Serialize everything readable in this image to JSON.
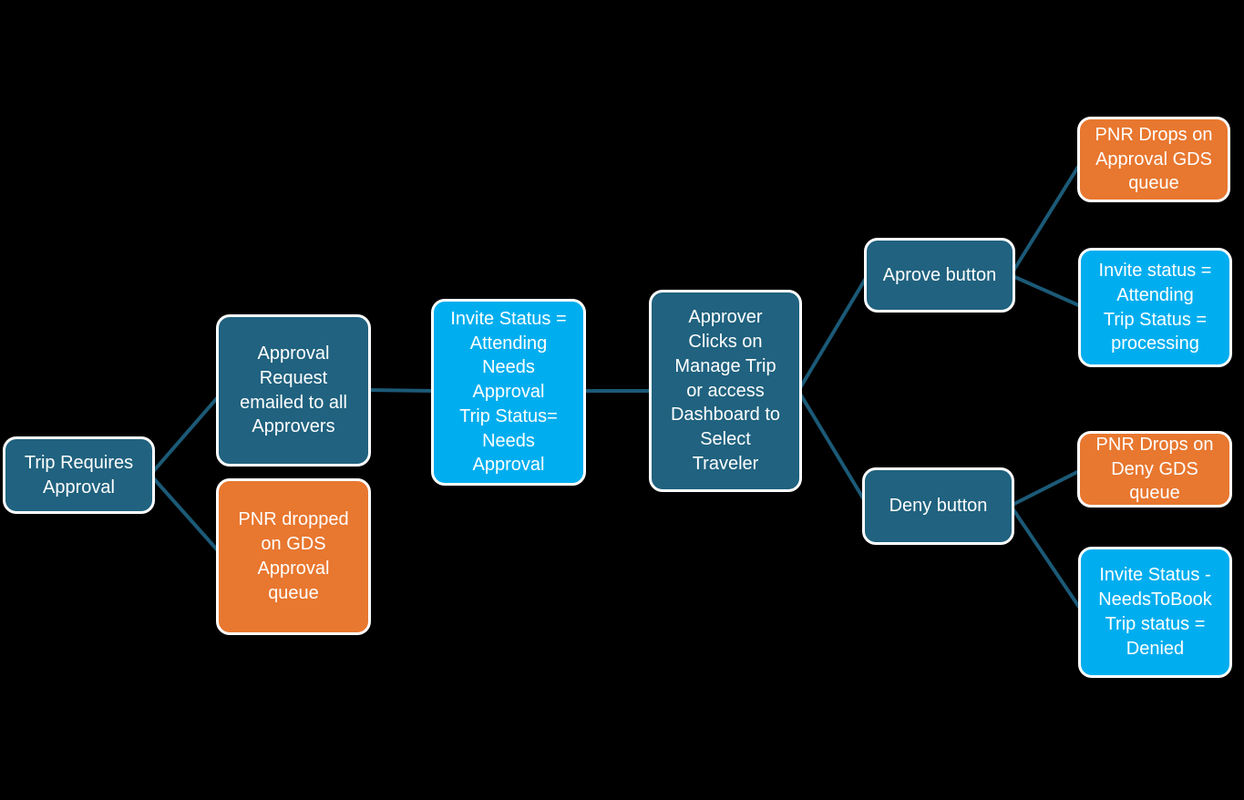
{
  "palette": {
    "background": "#000000",
    "node_dark_teal": "#20627F",
    "node_orange": "#E8772F",
    "node_light_blue": "#00AEEF",
    "connector": "#1B5A77",
    "node_border": "#FFFFFF",
    "text": "#FFFFFF"
  },
  "diagram": {
    "type": "flowchart",
    "nodes": [
      {
        "id": "trip-requires-approval",
        "color": "dark_teal",
        "label": "Trip Requires\nApproval"
      },
      {
        "id": "approval-request-emailed",
        "color": "dark_teal",
        "label": "Approval\nRequest\nemailed to all\nApprovers"
      },
      {
        "id": "pnr-dropped-gds-approval-queue",
        "color": "orange",
        "label": "PNR dropped\non GDS\nApproval\nqueue"
      },
      {
        "id": "invite-status-needs-approval",
        "color": "light_blue",
        "label": "Invite Status =\nAttending\nNeeds\nApproval\nTrip Status=\nNeeds\nApproval"
      },
      {
        "id": "approver-clicks-manage-trip",
        "color": "dark_teal",
        "label": "Approver\nClicks on\nManage Trip\nor access\nDashboard to\nSelect\nTraveler"
      },
      {
        "id": "aprove-button",
        "color": "dark_teal",
        "label": "Aprove button"
      },
      {
        "id": "deny-button",
        "color": "dark_teal",
        "label": "Deny button"
      },
      {
        "id": "pnr-drops-approval-gds-queue",
        "color": "orange",
        "label": "PNR Drops on\nApproval GDS\nqueue"
      },
      {
        "id": "invite-status-attending-processing",
        "color": "light_blue",
        "label": "Invite status =\nAttending\nTrip Status =\nprocessing"
      },
      {
        "id": "pnr-drops-deny-gds-queue",
        "color": "orange",
        "label": "PNR Drops on\nDeny GDS\nqueue"
      },
      {
        "id": "invite-status-needstobook-denied",
        "color": "light_blue",
        "label": "Invite Status -\nNeedsToBook\nTrip status =\nDenied"
      }
    ],
    "edges": [
      {
        "from": "trip-requires-approval",
        "to": "approval-request-emailed"
      },
      {
        "from": "trip-requires-approval",
        "to": "pnr-dropped-gds-approval-queue"
      },
      {
        "from": "approval-request-emailed",
        "to": "invite-status-needs-approval"
      },
      {
        "from": "invite-status-needs-approval",
        "to": "approver-clicks-manage-trip"
      },
      {
        "from": "approver-clicks-manage-trip",
        "to": "aprove-button"
      },
      {
        "from": "approver-clicks-manage-trip",
        "to": "deny-button"
      },
      {
        "from": "aprove-button",
        "to": "pnr-drops-approval-gds-queue"
      },
      {
        "from": "aprove-button",
        "to": "invite-status-attending-processing"
      },
      {
        "from": "deny-button",
        "to": "pnr-drops-deny-gds-queue"
      },
      {
        "from": "deny-button",
        "to": "invite-status-needstobook-denied"
      }
    ]
  }
}
